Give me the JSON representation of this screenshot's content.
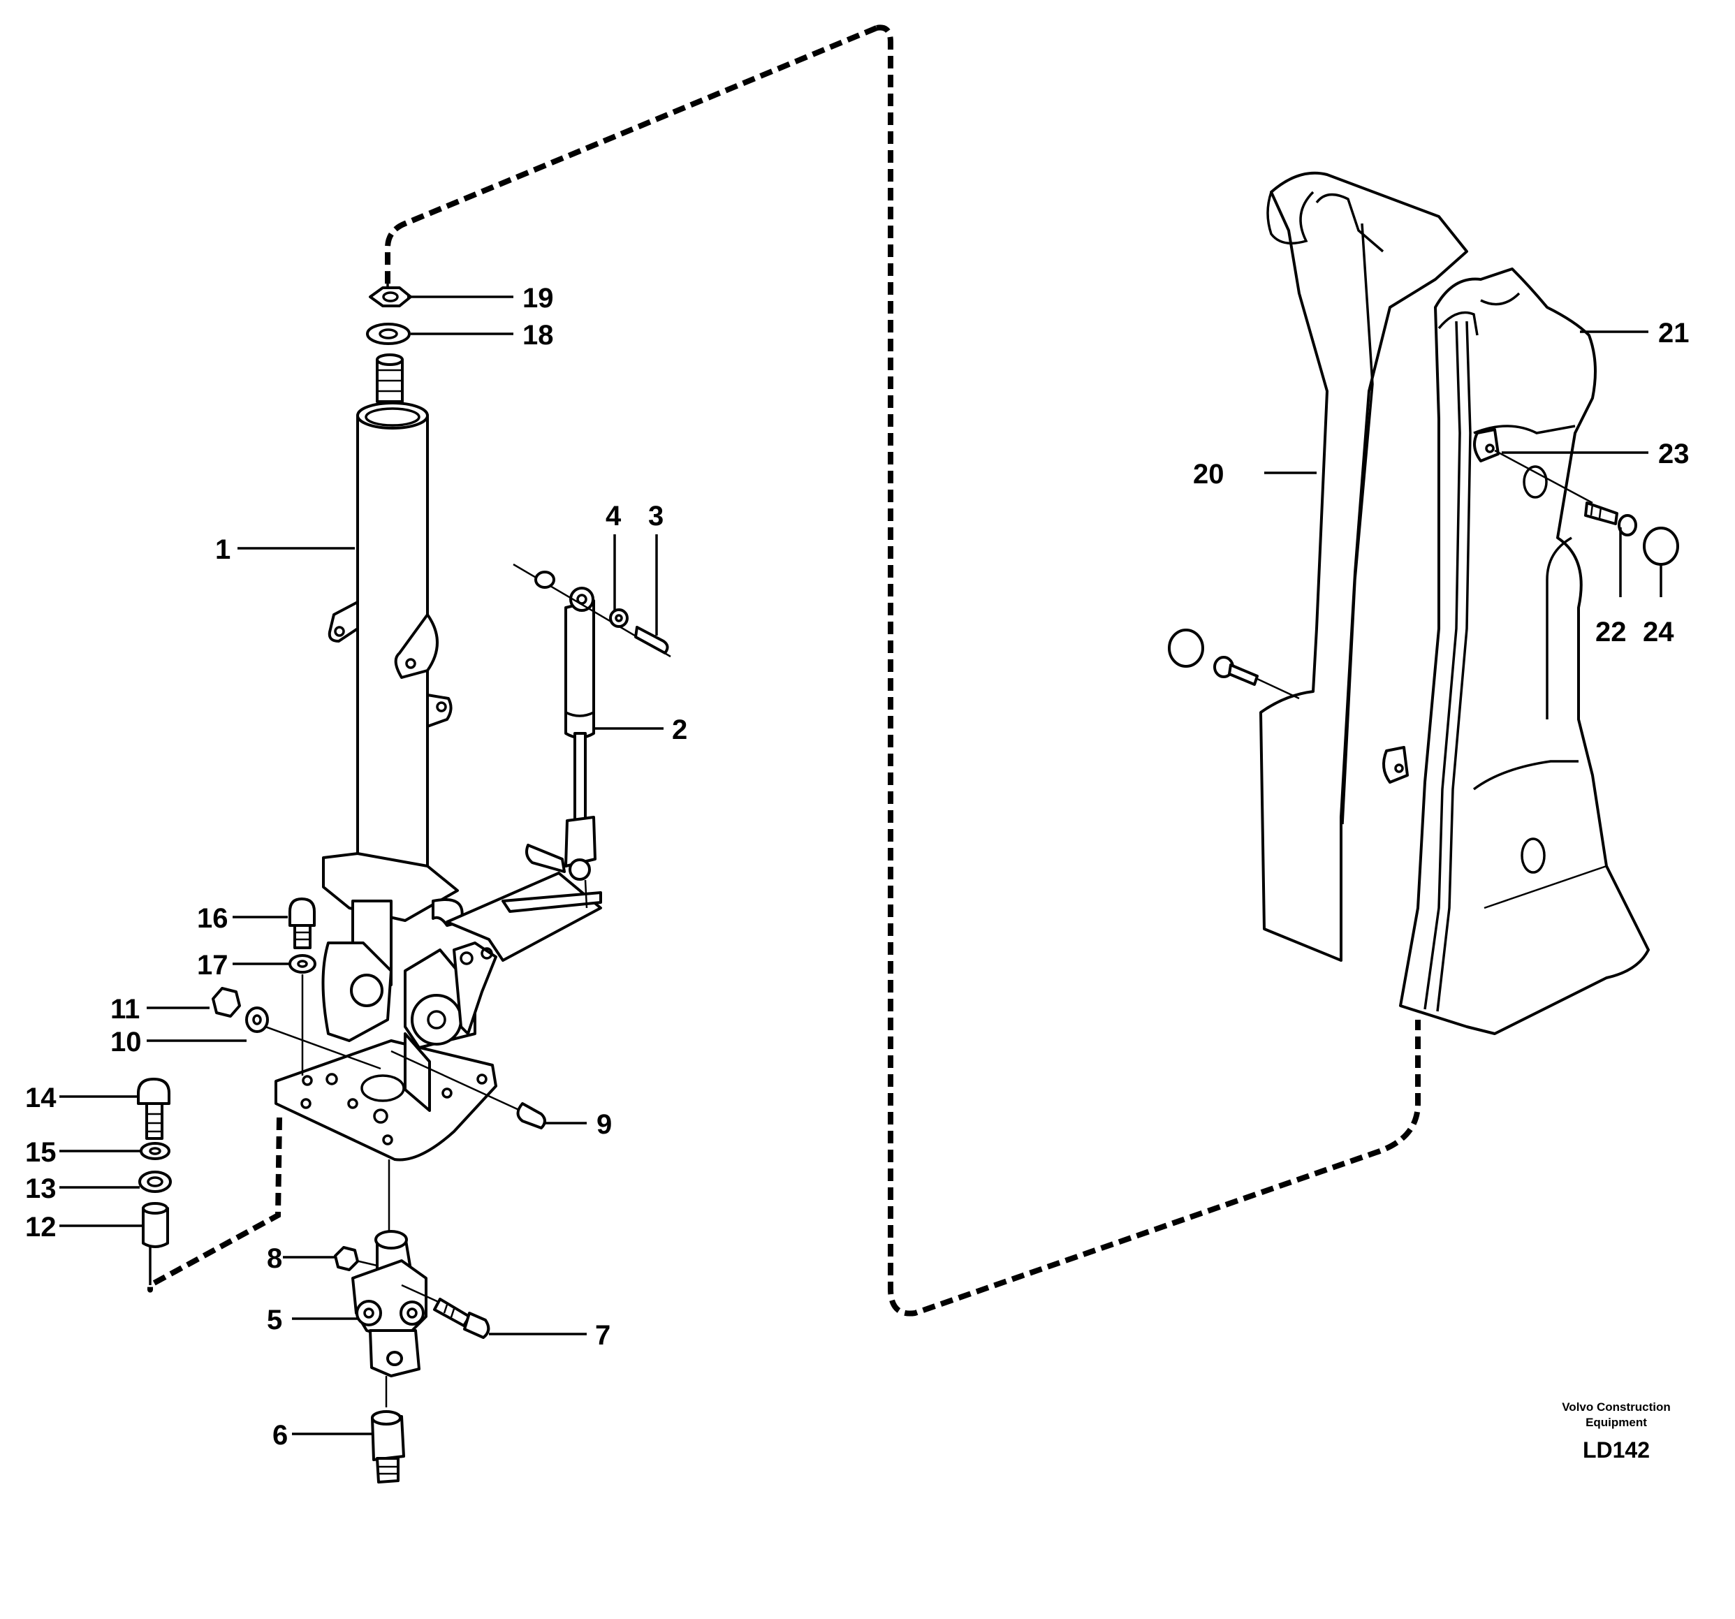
{
  "callouts": [
    {
      "id": "1",
      "label": "1"
    },
    {
      "id": "2",
      "label": "2"
    },
    {
      "id": "3",
      "label": "3"
    },
    {
      "id": "4",
      "label": "4"
    },
    {
      "id": "5",
      "label": "5"
    },
    {
      "id": "6",
      "label": "6"
    },
    {
      "id": "7",
      "label": "7"
    },
    {
      "id": "8",
      "label": "8"
    },
    {
      "id": "9",
      "label": "9"
    },
    {
      "id": "10",
      "label": "10"
    },
    {
      "id": "11",
      "label": "11"
    },
    {
      "id": "12",
      "label": "12"
    },
    {
      "id": "13",
      "label": "13"
    },
    {
      "id": "14",
      "label": "14"
    },
    {
      "id": "15",
      "label": "15"
    },
    {
      "id": "16",
      "label": "16"
    },
    {
      "id": "17",
      "label": "17"
    },
    {
      "id": "18",
      "label": "18"
    },
    {
      "id": "19",
      "label": "19"
    },
    {
      "id": "20",
      "label": "20"
    },
    {
      "id": "21",
      "label": "21"
    },
    {
      "id": "22",
      "label": "22"
    },
    {
      "id": "23",
      "label": "23"
    },
    {
      "id": "24",
      "label": "24"
    }
  ],
  "footer": {
    "brand_line1": "Volvo Construction",
    "brand_line2": "Equipment",
    "drawing_code": "LD142"
  }
}
